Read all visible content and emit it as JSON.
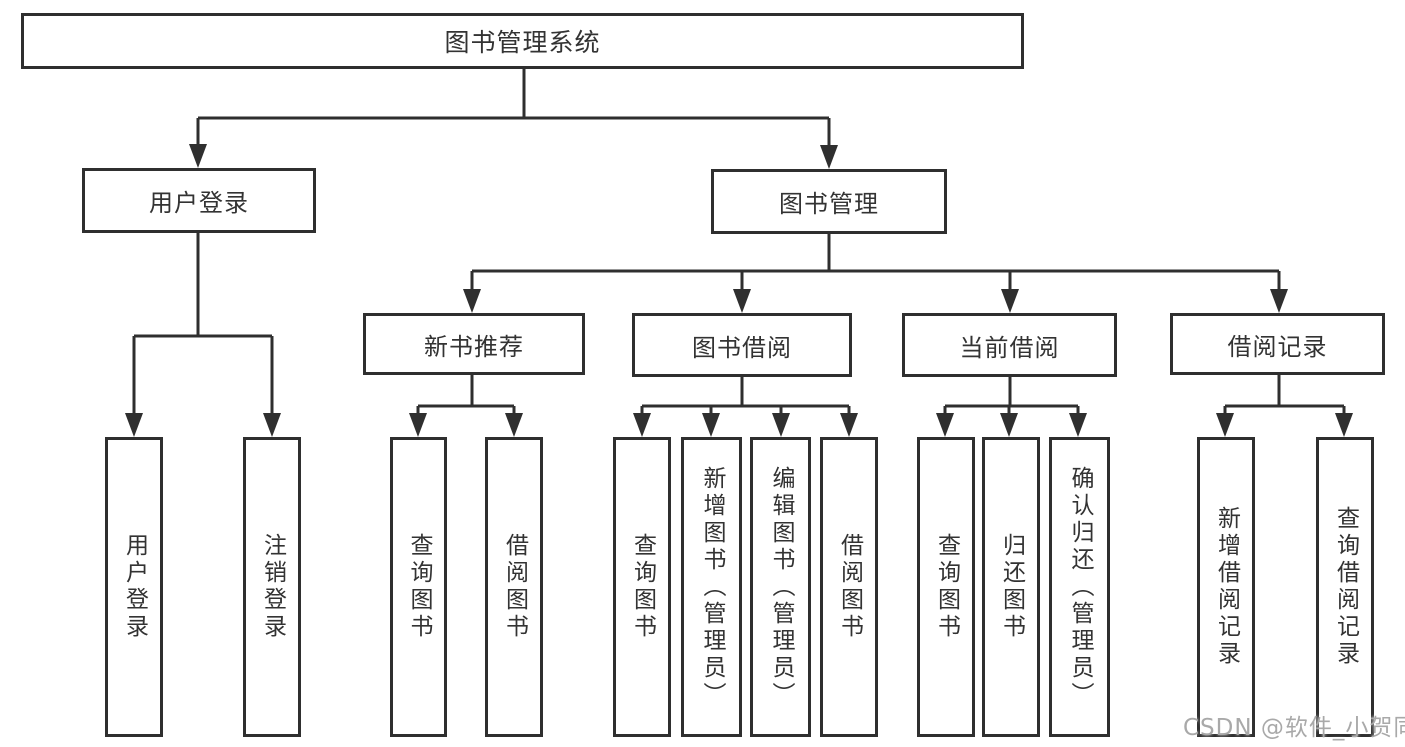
{
  "tree": {
    "label": "图书管理系统",
    "children": [
      {
        "label": "用户登录",
        "children": [
          {
            "label": "用户登录"
          },
          {
            "label": "注销登录"
          }
        ]
      },
      {
        "label": "图书管理",
        "children": [
          {
            "label": "新书推荐",
            "children": [
              {
                "label": "查询图书"
              },
              {
                "label": "借阅图书"
              }
            ]
          },
          {
            "label": "图书借阅",
            "children": [
              {
                "label": "查询图书"
              },
              {
                "label": "新增图书（管理员）"
              },
              {
                "label": "编辑图书（管理员）"
              },
              {
                "label": "借阅图书"
              }
            ]
          },
          {
            "label": "当前借阅",
            "children": [
              {
                "label": "查询图书"
              },
              {
                "label": "归还图书"
              },
              {
                "label": "确认归还（管理员）"
              }
            ]
          },
          {
            "label": "借阅记录",
            "children": [
              {
                "label": "新增借阅记录"
              },
              {
                "label": "查询借阅记录"
              }
            ]
          }
        ]
      }
    ]
  },
  "watermark": {
    "text": "CSDN @软件_小贺同学"
  },
  "colors": {
    "line": "#2f2f2f",
    "text": "#333333",
    "background": "#ffffff",
    "watermark": "#a9a9a9"
  }
}
